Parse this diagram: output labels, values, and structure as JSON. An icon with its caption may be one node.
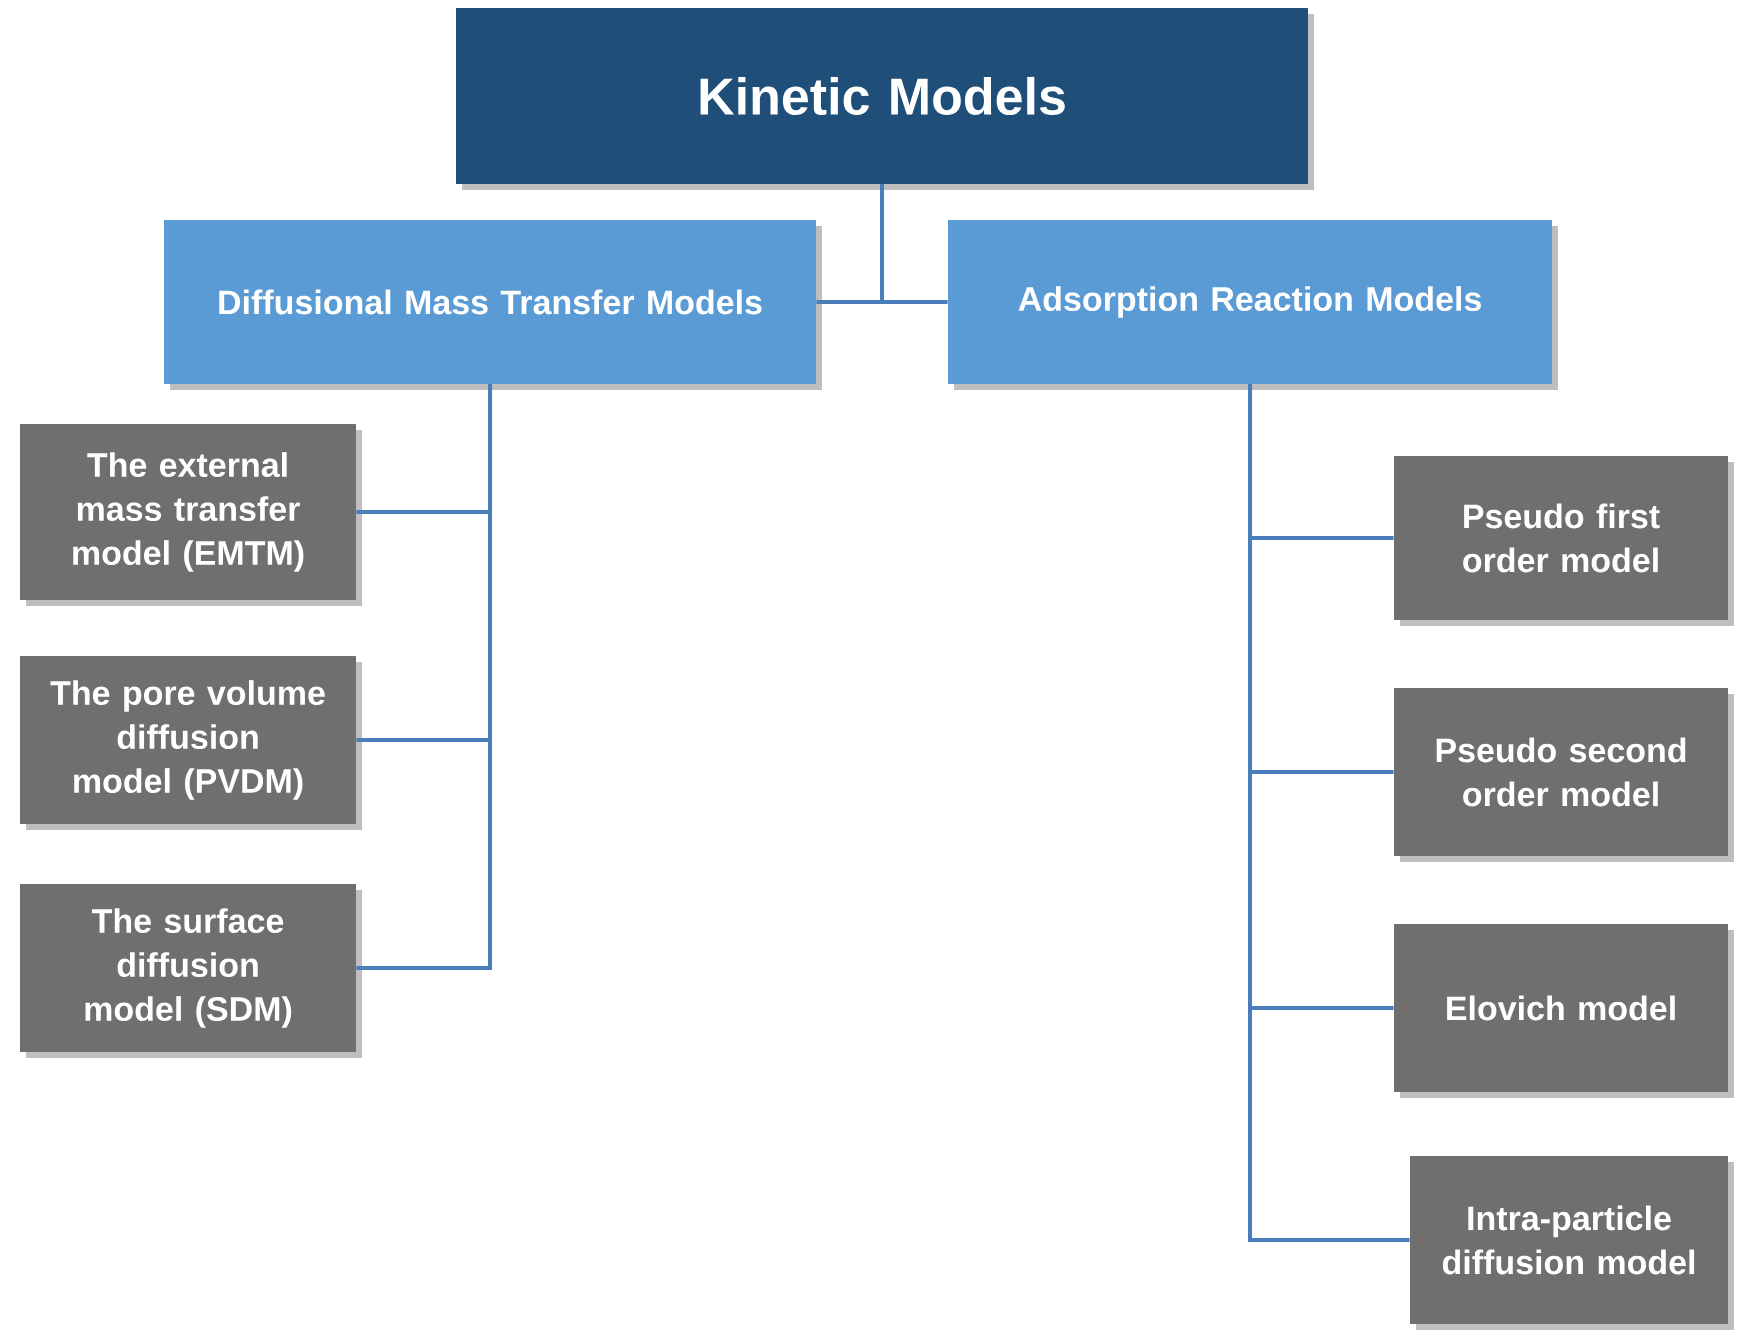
{
  "diagram": {
    "nodes": [
      {
        "text": [
          "Kinetic Models"
        ]
      },
      {
        "text": [
          "Diffusional Mass Transfer Models"
        ]
      },
      {
        "text": [
          "Adsorption Reaction Models"
        ]
      },
      {
        "text": [
          "The external mass transfer model (EMTM)"
        ]
      },
      {
        "text": [
          "The pore volume diffusion model (PVDM)"
        ]
      },
      {
        "text": [
          "The surface diffusion model (SDM)"
        ]
      },
      {
        "text": [
          "Pseudo first order model"
        ]
      },
      {
        "text": [
          "Pseudo second order model"
        ]
      },
      {
        "text": [
          "Elovich model"
        ]
      },
      {
        "text": [
          "Intra-particle diffusion model"
        ]
      }
    ],
    "edges": [
      {
        "from": 0,
        "to": 1,
        "arrow": "none"
      },
      {
        "from": 0,
        "to": 2,
        "arrow": "none"
      },
      {
        "from": 1,
        "to": 3,
        "arrow": "none"
      },
      {
        "from": 1,
        "to": 4,
        "arrow": "none"
      },
      {
        "from": 1,
        "to": 5,
        "arrow": "none"
      },
      {
        "from": 2,
        "to": 6,
        "arrow": "none"
      },
      {
        "from": 2,
        "to": 7,
        "arrow": "none"
      },
      {
        "from": 2,
        "to": 8,
        "arrow": "none"
      },
      {
        "from": 2,
        "to": 9,
        "arrow": "none"
      }
    ]
  }
}
